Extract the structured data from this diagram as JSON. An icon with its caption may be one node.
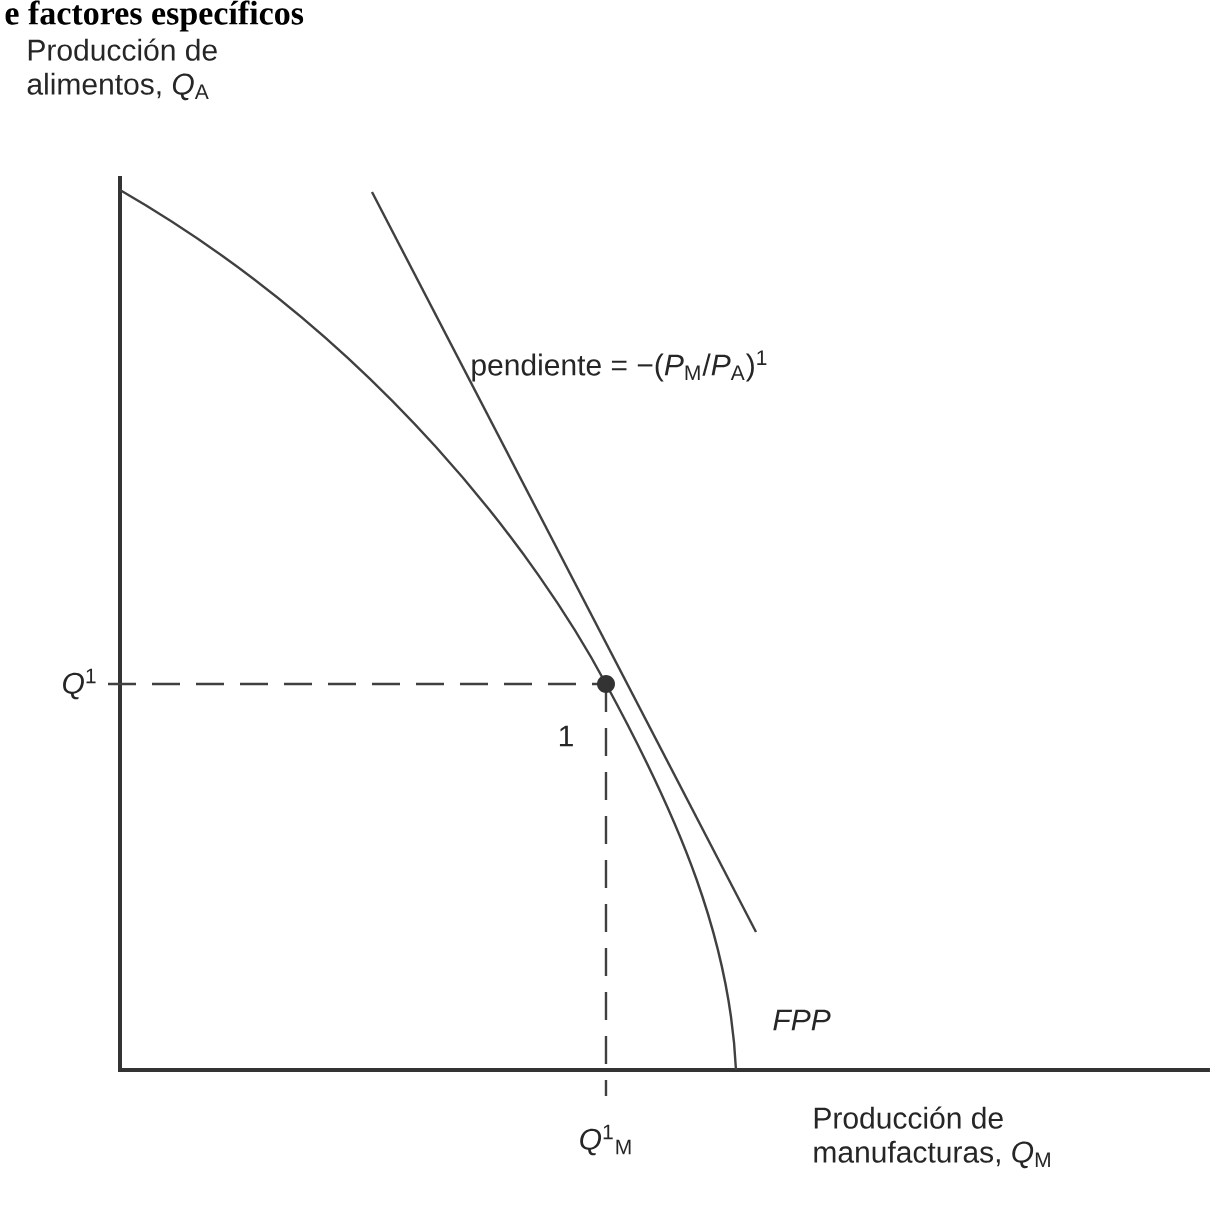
{
  "diagram": {
    "title": "e factores específicos",
    "labels": [
      "Producción de alimentos, *Q*$_{A}$",
      "pendiente = −(*P*$_{M}$/*P*$_{A}$)$^{1}$",
      "*Q*$^{1}$",
      "1",
      "*FPP*",
      "*Q*$^{1}$$_{M}$",
      "Producción de manufacturas, *Q*$_{M}$"
    ]
  }
}
